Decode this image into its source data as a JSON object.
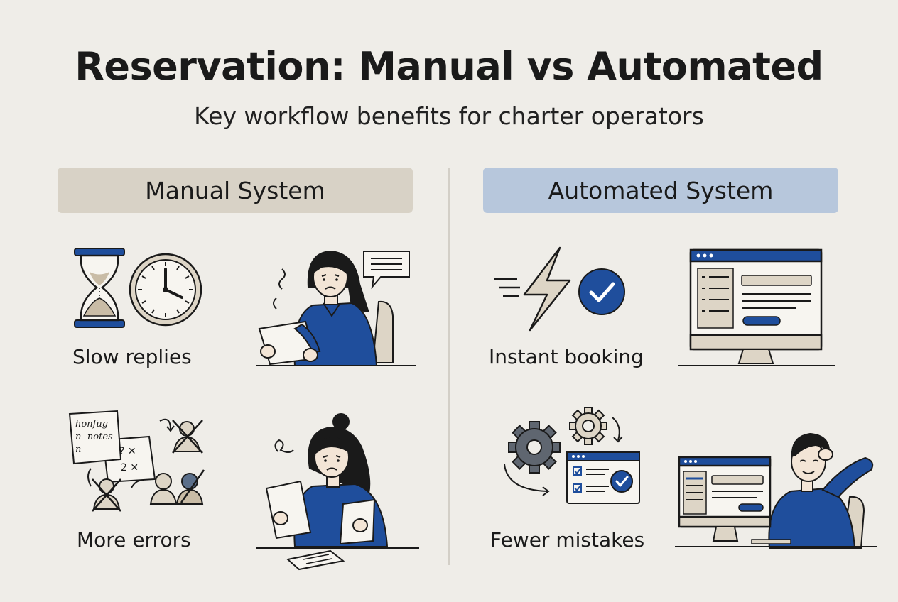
{
  "header": {
    "title": "Reservation: Manual vs Automated",
    "subtitle": "Key workflow benefits for charter operators"
  },
  "columns": {
    "manual": {
      "title": "Manual System",
      "items": [
        {
          "caption": "Slow replies",
          "icons": [
            "hourglass-icon",
            "clock-icon",
            "worried-woman-reading-icon",
            "speech-bubble-icon"
          ]
        },
        {
          "caption": "More errors",
          "icons": [
            "handwritten-notes-icon",
            "crossed-out-person-icon",
            "stressed-woman-papers-icon"
          ]
        }
      ]
    },
    "automated": {
      "title": "Automated System",
      "items": [
        {
          "caption": "Instant booking",
          "icons": [
            "lightning-icon",
            "check-circle-icon",
            "monitor-booking-icon"
          ]
        },
        {
          "caption": "Fewer mistakes",
          "icons": [
            "gears-icon",
            "checklist-window-icon",
            "relaxed-man-computer-icon"
          ]
        }
      ]
    }
  },
  "colors": {
    "background": "#efede8",
    "brand_blue": "#1f4e9c",
    "manual_header": "#d8d2c6",
    "automated_header": "#b7c7dc",
    "line": "#1a1a1a",
    "beige": "#ddd5c6"
  }
}
